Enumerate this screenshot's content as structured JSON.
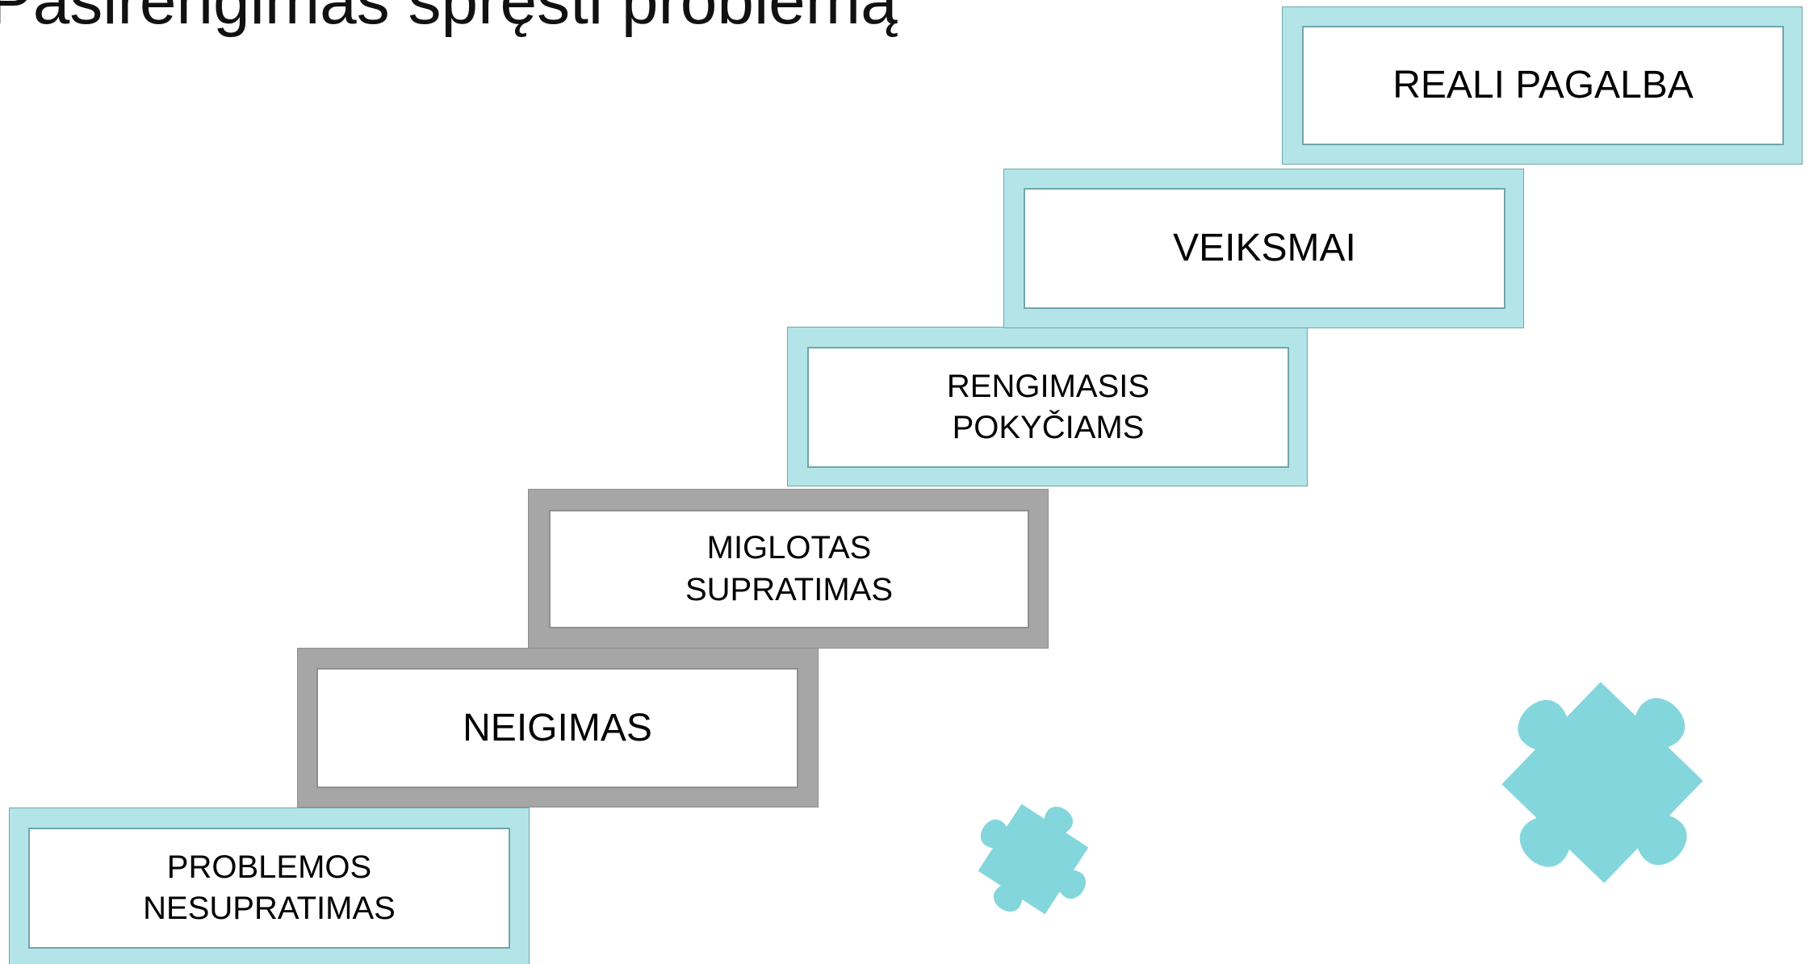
{
  "title": "Pasirengimas spręsti problemą",
  "colors": {
    "teal_border": "#b3e5e8",
    "gray_border": "#a6a6a6",
    "puzzle": "#84d6dd",
    "inner_fill": "#ffffff"
  },
  "steps": [
    {
      "label": "PROBLEMOS\nNESUPRATIMAS",
      "style": "teal"
    },
    {
      "label": "NEIGIMAS",
      "style": "gray"
    },
    {
      "label": "MIGLOTAS\nSUPRATIMAS",
      "style": "gray"
    },
    {
      "label": "RENGIMASIS\nPOKYČIAMS",
      "style": "teal"
    },
    {
      "label": "VEIKSMAI",
      "style": "teal"
    },
    {
      "label": "REALI PAGALBA",
      "style": "teal"
    }
  ],
  "decorations": [
    {
      "icon": "puzzle-piece-icon",
      "size": "small"
    },
    {
      "icon": "puzzle-piece-icon",
      "size": "large"
    }
  ]
}
